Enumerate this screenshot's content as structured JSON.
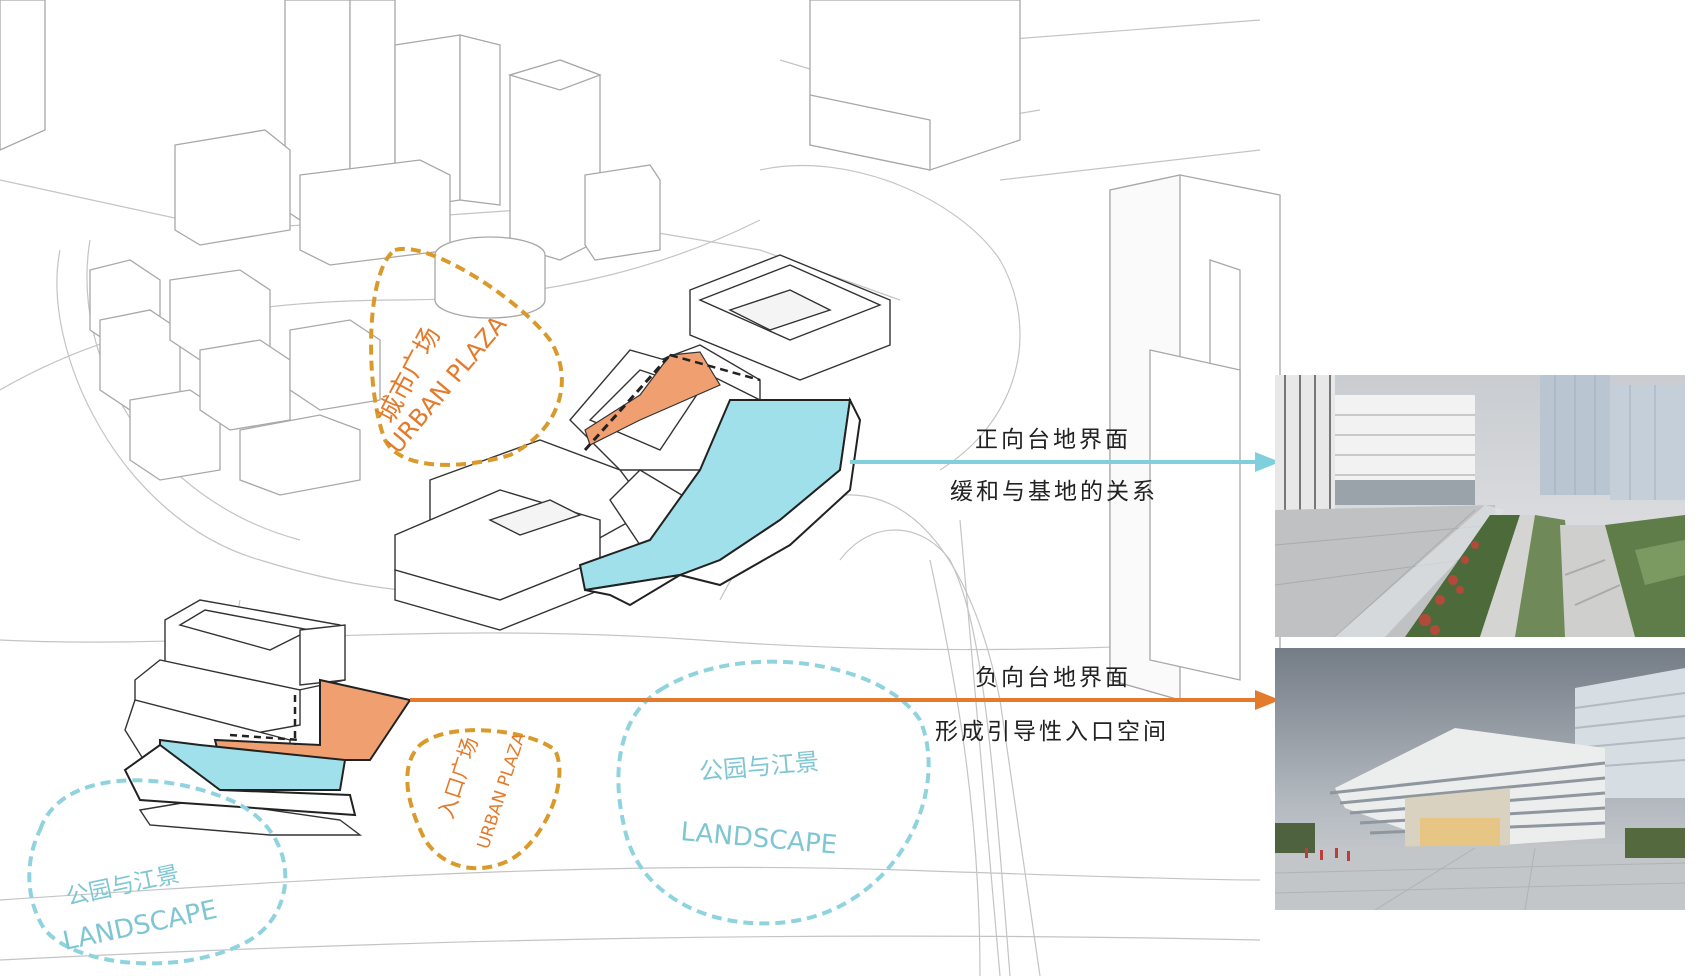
{
  "colors": {
    "orange": "#e47a2b",
    "orange_fill": "#f0a070",
    "cyan": "#7fd0dc",
    "cyan_fill": "#9fe0ea",
    "line_gray": "#b8b8b8"
  },
  "zones": {
    "urban_plaza_top": {
      "cn": "城市广场",
      "en": "URBAN PLAZA"
    },
    "entrance_plaza": {
      "cn": "入口广场",
      "en": "URBAN PLAZA"
    },
    "landscape_center": {
      "cn": "公园与江景",
      "en": "LANDSCAPE"
    },
    "landscape_left": {
      "cn": "公园与江景",
      "en": "LANDSCAPE"
    }
  },
  "annotations": {
    "positive": {
      "title": "正向台地界面",
      "desc": "缓和与基地的关系"
    },
    "negative": {
      "title": "负向台地界面",
      "desc": "形成引导性入口空间"
    }
  },
  "photos": {
    "top": {
      "subject": "terraced-plaza-photo"
    },
    "bottom": {
      "subject": "exhibition-center-facade-photo"
    }
  }
}
